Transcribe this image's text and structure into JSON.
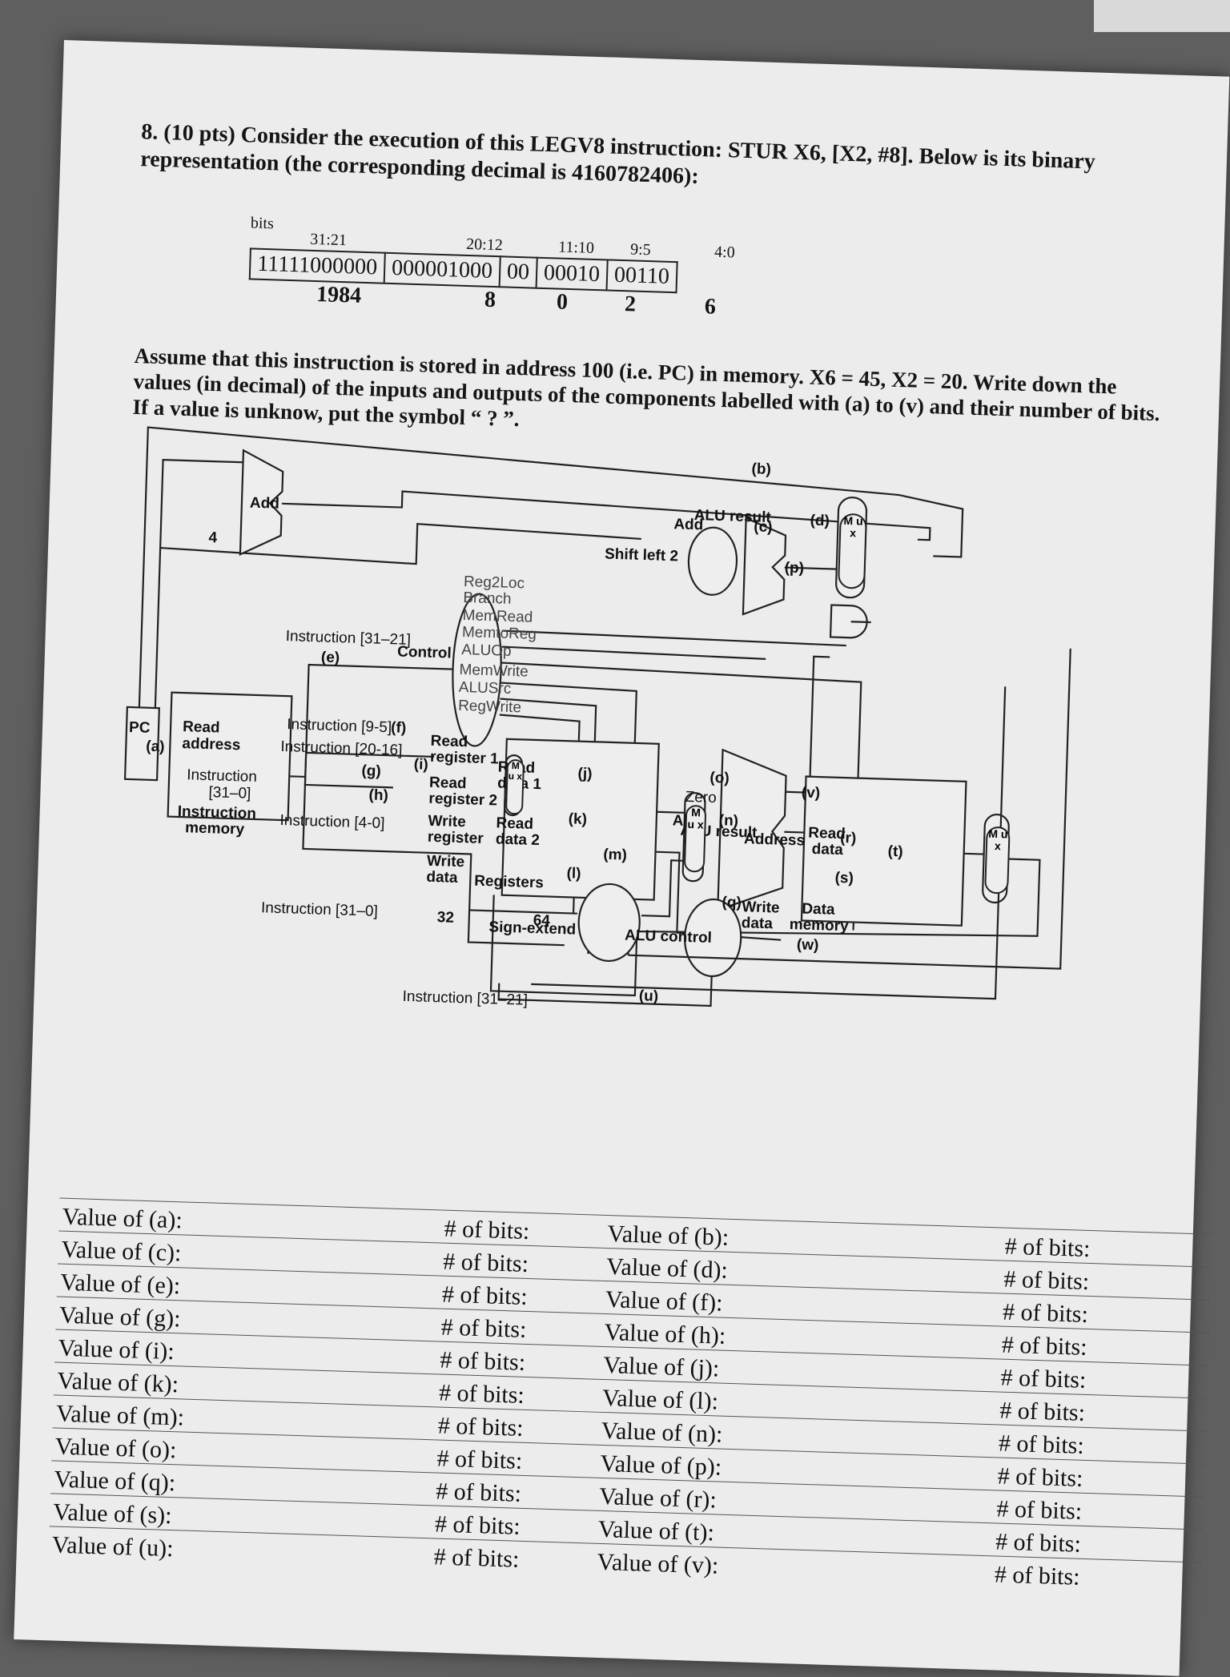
{
  "question": {
    "number": "8.",
    "text": "(10 pts) Consider the execution of this LEGV8 instruction: STUR X6, [X2, #8]. Below is its binary representation (the corresponding decimal is 4160782406):"
  },
  "encoding": {
    "bits_label": "bits",
    "ranges": [
      "31:21",
      "20:12",
      "11:10",
      "9:5",
      "4:0"
    ],
    "binary": [
      "11111000000",
      "000001000",
      "00",
      "00010",
      "00110"
    ],
    "decimal": [
      "1984",
      "8",
      "0",
      "2",
      "6"
    ]
  },
  "assumption": "Assume that this instruction is stored in address 100 (i.e. PC) in memory. X6 = 45, X2 = 20. Write down the values (in decimal) of the inputs and outputs of the components labelled with (a) to (v) and their number of bits. If a value is unknow, put the symbol “ ? ”.",
  "diagram": {
    "pc": "PC",
    "four": "4",
    "add1": "Add",
    "add2": "Add",
    "alu_result_add": "ALU result",
    "shift": "Shift left 2",
    "control": "Control",
    "signals": [
      "Reg2Loc",
      "Branch",
      "MemRead",
      "MemtoReg",
      "ALUOp",
      "MemWrite",
      "ALUSrc",
      "RegWrite"
    ],
    "imem": [
      "Read",
      "address",
      "Instruction",
      "[31–0]",
      "Instruction",
      "memory"
    ],
    "instr_fields": {
      "f31_21": "Instruction [31–21]",
      "f9_5": "Instruction [9-5]",
      "f20_16": "Instruction [20-16]",
      "f4_0": "Instruction [4-0]",
      "f31_0": "Instruction [31–0]",
      "f31_21b": "Instruction [31–21]"
    },
    "regs": [
      "Read",
      "register 1",
      "Read",
      "data 1",
      "Read",
      "register 2",
      "Write",
      "register",
      "Read",
      "data 2",
      "Write",
      "data",
      "Registers"
    ],
    "sign_extend": "Sign-extend",
    "n32": "32",
    "n64": "64",
    "alu": "ALU",
    "zero": "Zero",
    "alu_result": "ALU result",
    "alu_control": "ALU control",
    "dmem": [
      "Address",
      "Read",
      "data",
      "Write",
      "data",
      "Data",
      "memory"
    ],
    "mux_text": "M u x",
    "labels": [
      "(a)",
      "(b)",
      "(c)",
      "(d)",
      "(e)",
      "(f)",
      "(g)",
      "(h)",
      "(i)",
      "(j)",
      "(k)",
      "(l)",
      "(m)",
      "(n)",
      "(o)",
      "(p)",
      "(q)",
      "(r)",
      "(s)",
      "(t)",
      "(u)",
      "(v)",
      "(w)"
    ]
  },
  "answers": {
    "bits_label": "# of bits:",
    "rows": [
      [
        "Value of (a):",
        "Value of (b):"
      ],
      [
        "Value of (c):",
        "Value of (d):"
      ],
      [
        "Value of (e):",
        "Value of (f):"
      ],
      [
        "Value of (g):",
        "Value of (h):"
      ],
      [
        "Value of (i):",
        "Value of (j):"
      ],
      [
        "Value of (k):",
        "Value of (l):"
      ],
      [
        "Value of (m):",
        "Value of (n):"
      ],
      [
        "Value of (o):",
        "Value of (p):"
      ],
      [
        "Value of (q):",
        "Value of (r):"
      ],
      [
        "Value of (s):",
        "Value of (t):"
      ],
      [
        "Value of (u):",
        "Value of (v):"
      ]
    ]
  }
}
